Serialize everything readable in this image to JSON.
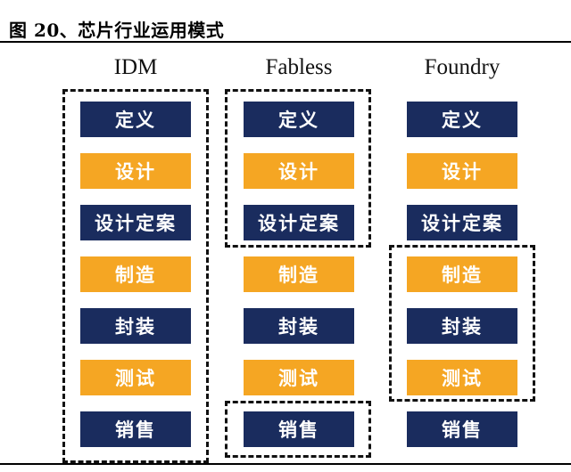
{
  "figure": {
    "title": "图 20、芯片行业运用模式"
  },
  "columns": [
    {
      "name": "IDM",
      "steps": [
        "定义",
        "设计",
        "设计定案",
        "制造",
        "封装",
        "测试",
        "销售"
      ]
    },
    {
      "name": "Fabless",
      "steps": [
        "定义",
        "设计",
        "设计定案",
        "制造",
        "封装",
        "测试",
        "销售"
      ]
    },
    {
      "name": "Foundry",
      "steps": [
        "定义",
        "设计",
        "设计定案",
        "制造",
        "封装",
        "测试",
        "销售"
      ]
    }
  ],
  "colors": {
    "dark_box": "#1a2c5e",
    "gold_box": "#f5a623",
    "dash": "#111111"
  }
}
